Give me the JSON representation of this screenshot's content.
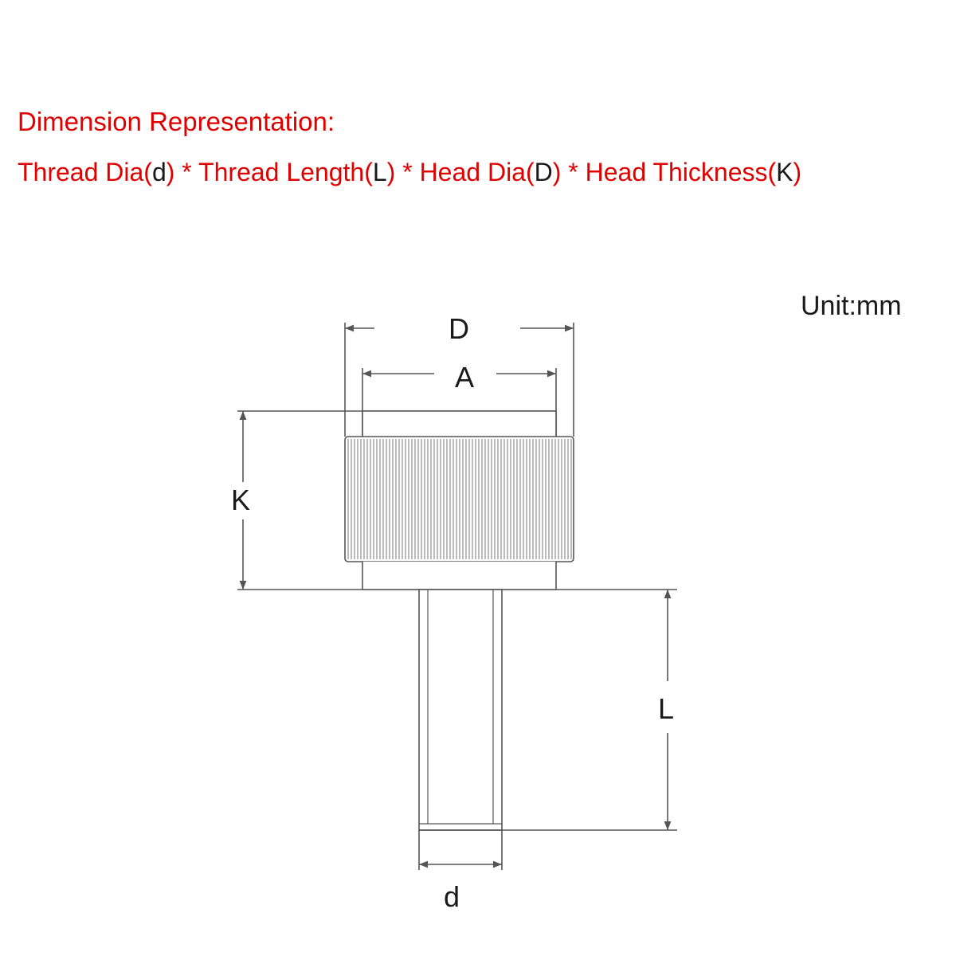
{
  "heading": {
    "title": "Dimension Representation:",
    "formula": {
      "thread_dia_prefix": "Thread Dia(",
      "thread_dia_symbol": "d",
      "thread_len_prefix": ") * Thread Length(",
      "thread_len_symbol": "L",
      "head_dia_prefix": ") * Head Dia(",
      "head_dia_symbol": "D",
      "head_thk_prefix": ") * Head Thickness(",
      "head_thk_symbol": "K",
      "suffix": ")"
    }
  },
  "unit_label": "Unit:mm",
  "dimension_labels": {
    "head_diameter": "D",
    "inner_diameter": "A",
    "head_thickness": "K",
    "thread_length": "L",
    "thread_diameter": "d"
  },
  "colors": {
    "heading": "#e00000",
    "ink": "#1a1a1a",
    "line": "#555555"
  }
}
